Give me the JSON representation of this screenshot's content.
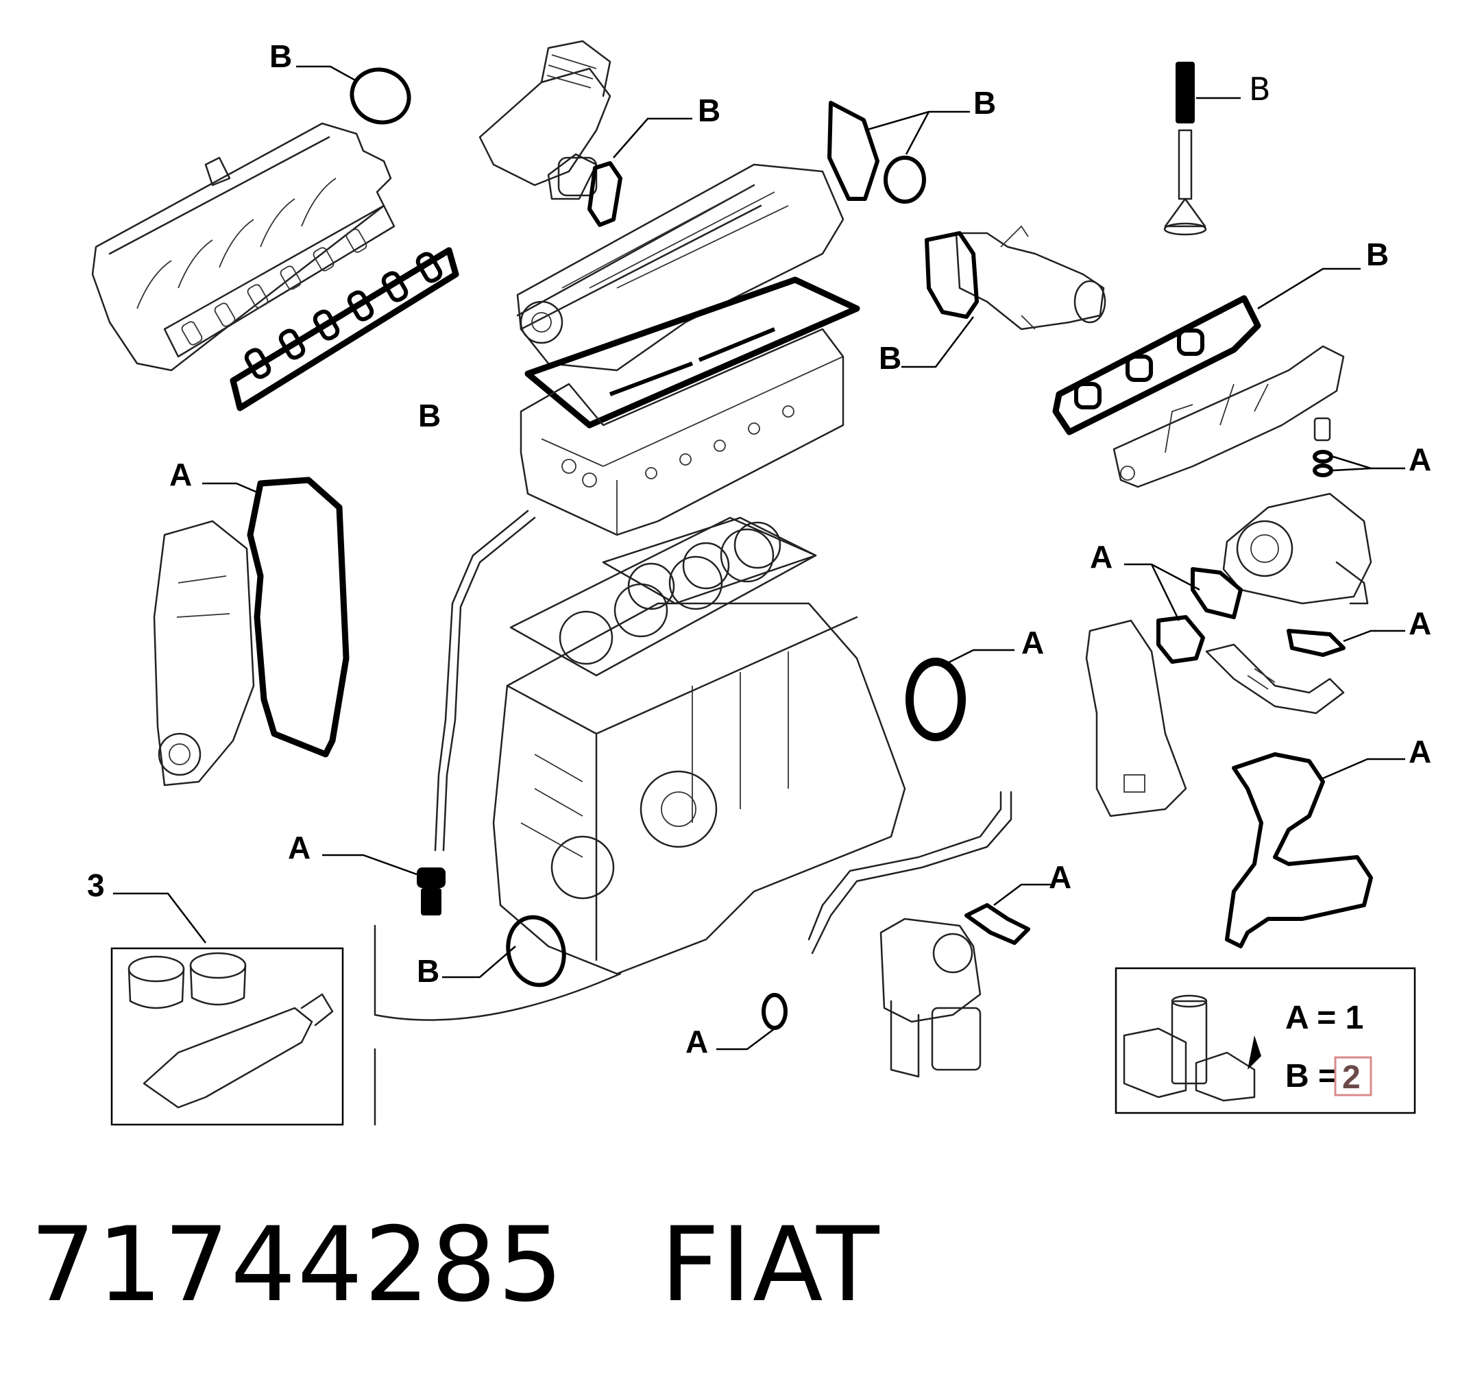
{
  "callouts": {
    "b_top_left": "B",
    "b_egr": "B",
    "b_egr_gasket_pair": "B",
    "b_valve": "B",
    "b_intake_gasket": "B",
    "b_thermostat": "B",
    "b_exhaust_gasket": "B",
    "a_timing_cover": "A",
    "a_exhaust_washers": "A",
    "a_turbo": "A",
    "a_oil_flange": "A",
    "a_seal_ring": "A",
    "a_oil_cooler": "A",
    "a_drain_plug": "A",
    "a_filter_gasket": "A",
    "a_pipe_oring": "A",
    "b_bottom_oring": "B",
    "kit_3": "3"
  },
  "legend": {
    "a_label": "A = 1",
    "b_label": "B =",
    "b_value": "2",
    "highlight_color": "#e0a0a0"
  },
  "footer": {
    "part_number": "71744285",
    "brand": "FIAT"
  },
  "icons": {
    "fiat_parts_box": "fiat-parts-box-icon"
  }
}
